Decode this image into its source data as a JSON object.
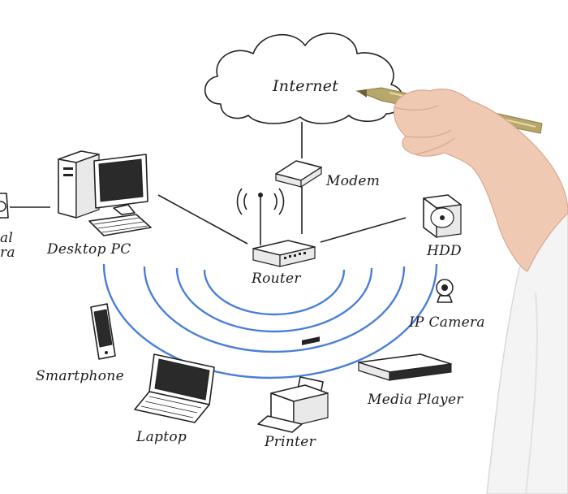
{
  "diagram": {
    "nodes": {
      "internet": "Internet",
      "modem": "Modem",
      "router": "Router",
      "desktop_pc": "Desktop PC",
      "hdd": "HDD",
      "ip_camera": "IP Camera",
      "smartphone": "Smartphone",
      "laptop": "Laptop",
      "printer": "Printer",
      "media_player": "Media Player",
      "camera_partial_1": "al",
      "camera_partial_2": "ra"
    },
    "colors": {
      "wifi_waves": "#4a7fd6",
      "lines": "#222222",
      "pen_body": "#b7a76a",
      "skin": "#f0c9b3",
      "sleeve": "#f4f4f4"
    }
  }
}
